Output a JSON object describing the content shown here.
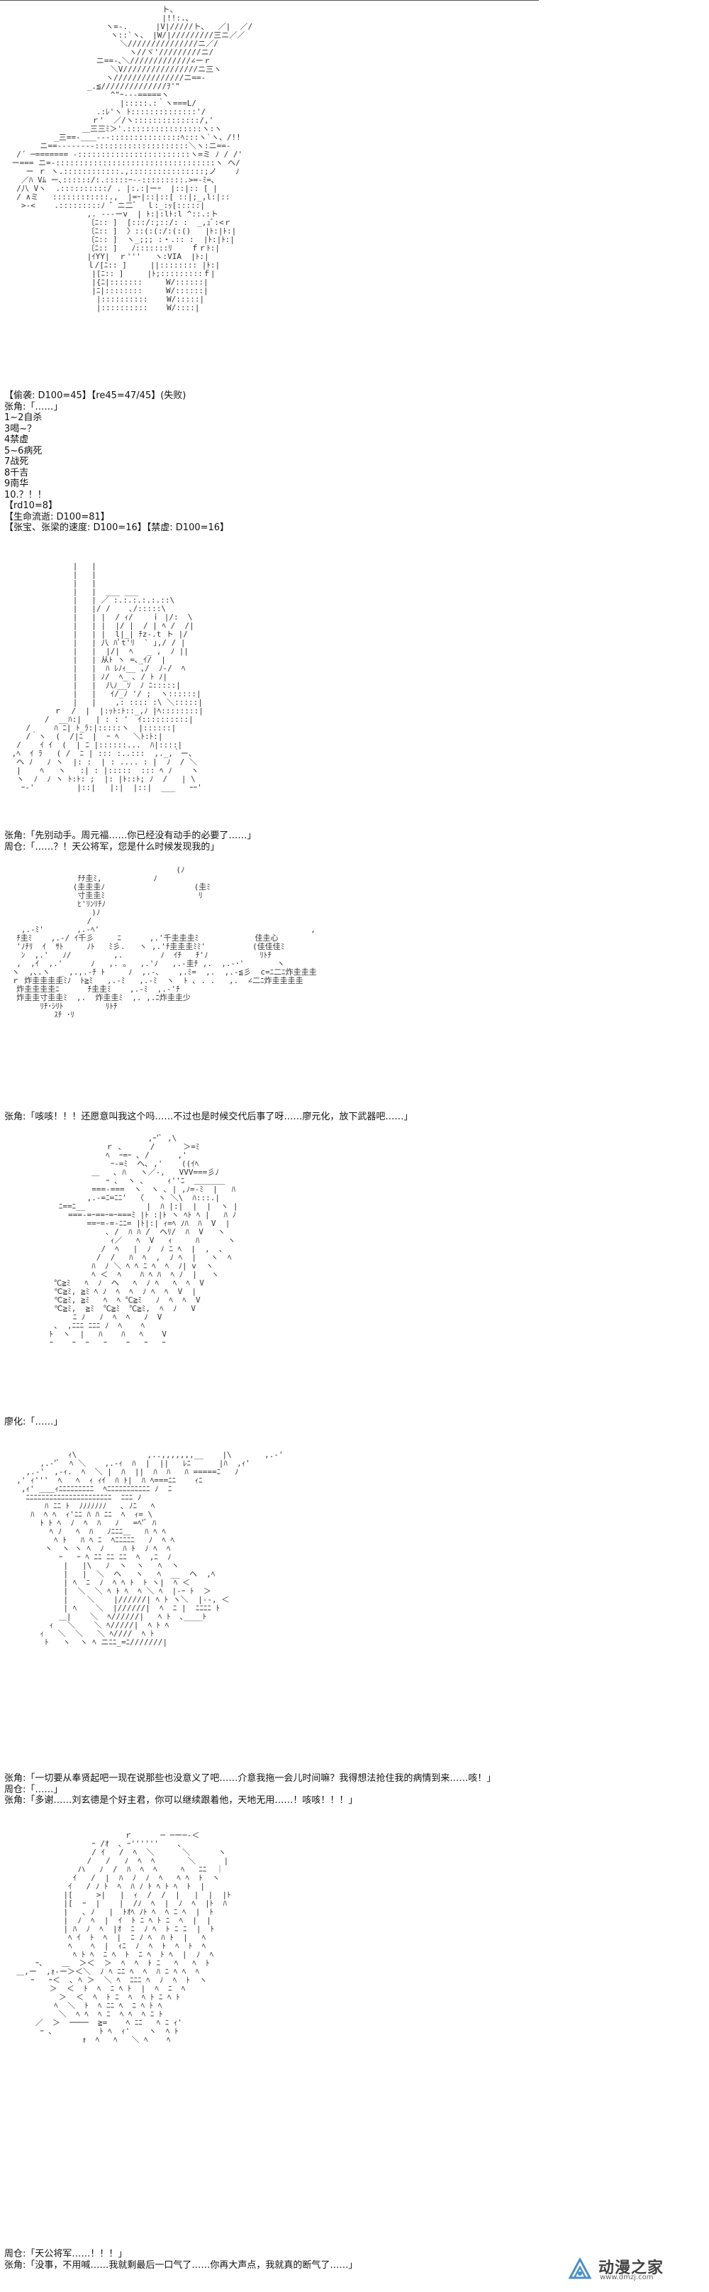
{
  "panels": [
    {
      "art": "                                 ト、\n                                 |!!:.､\n                     ヽ=-.      |V|/////ト、  ／|  ／/\n                      ヽ::`ヽ、 |W/|/////////三ニ／／\n                        ＼///////////////ニ／/\n                          ヽ//ヾ'/////////ニ/\n                   ニ==-､＼/////////////∠ーｒ\n                      ＼V////////////////ニ三ヽ\n                     ヽ///////////////ニ==-\n                 _.≦//////////////ｦ'\"\n                      ^\"ｰ---=====ヽ\n                        |:::::.:｀ヽ===L/\n                   .:ﾚ'ヽ ﾄ::::::::::::::'/\n                  ｒ'  ／/ヽ::::::::::::::/,'\n                ＿三三ﾐ＞'.::::::::::::::::ヽ:ヽ\n          _三==-＿＿---:::::::::::::::ﾍ:::ヽ`ヽ、/!!\n       ニ==--------::::::::::::::::::::＼ヽ:ニ==-\n  /´ ─======= -::::::::::::::::::::::::ヽ=ミ ﾉ / /'\n ー=== ニ=-::::::::::::::::::::::::::::::::::ヽ ヘ/\n    ー ｒ ヽ.::::::::::::.,::::::::::::::::;ノ    ﾉ\n   ／ﾊ Vﾑ ー､::::::/:.:::::ｰ--:::::::::.>=-ﾐ=､\n  /八 Vヽ  .::::::::::/ . |:.:|ーｰ  |::|:: [ |\n  / ∧ミ   ::::::::::::.,  |=ｰ|::|::[ ::|;_,l:|::\n   >-<    .:::::::::ﾉ ゛ニ二ﾞ  ｌ:_:ｯ[:::::|\n                 ,. ---ーv  | ﾄ:|:lﾄ:l ^::.:ト\n                 〔ﾆ:: ]  [:::/:;::/: :  _,ｭﾞ:<ｒ\n                 〔ﾆ:: ]  〉::(:(:/:(:()   |ﾄ:|ﾄ:|\n                 〔ﾆ:: ]  ヽ_;;; :・.:: :  |ﾄ:|ﾄ:|\n                 〔ﾆ:: ]   ﾉ:::::::ﾘ    ｆｒﾄ:|\n                 |ｲYY|  ｒ'''   ヽ:VIA  |ﾄ:|\n                 ｌ/[ﾆ:: ]     ||:::::::: |ﾄ:|\n                  |[ﾆ:: ]     |ﾄ;:::::::::ｆ|\n                  |{ﾆ|:::::::     W/::::::|\n                  |ﾆ|::::::::     W/::::::|\n                   |::::::::::    W/:::::|\n                   |::::::::::    W/::::|",
      "lines": [
        "【偷袭: D100=45】【re45=47/45】(失败)",
        "张角:「……」",
        "1~2自杀",
        "3喝~？",
        "4禁虚",
        "5~6病死",
        "7战死",
        "8千吉",
        "9南华",
        "10.？！！",
        "【rd10=8】",
        "【生命流逝: D100=81】",
        "【张宝、张梁的速度: D100=16】【禁虚: D100=16】"
      ]
    },
    {
      "art": "              |   |\n              |   |\n              |   |\n              |   |  ___ ___\n              |   | ／ :.:.:.:.:.::\\\n              |   |/ /    ､/:::::\\\n              |   | |  / ｨ/    ｉ |/:  \\\n              |   | |  |/ |  / | ﾍ /  /|\n              |   | |  l|_| ﾁz-.t ト |/\n              |   | 八 ﾊﾟt'ﾘ  ` ｣,/ / |\n              |   |  |/|  ﾍ   _ ,  ﾉ ||\n              |   | 从ﾄ ヽ =､_ｲ/  |\n              |   |  ﾊ ﾚﾉｨ__ ,/  ﾉ-/  ﾍ\n              |   | ﾉ/  ﾍ_ ､ / ﾄ ﾉ|\n              |   |  八ﾉ__ｿ  ﾉ ﾆ:::::|\n              |   |   ｲ/_ﾉ '/ ;  ヽ::::::|\n              |   |    ,: :::: :\\ ＼:::::|\n          ｒ  /  |  |:ｯﾄ:ﾄ::_,ﾉ |ﾍ::::::::|\n        /  __ﾊ:|   | : : '  ｲ::::::::::|\n    /     ﾊ ﾆ| ﾄ_ﾗ:|:::::ヽ  |::::::|\n    /｀ヽ  (  /|ﾆ  |  ｰ ﾍ   ＼ﾄ:ﾄ:|\n  /    ｲ ｲ  (  | ﾆ |::::::...  ﾊ|::::|\n ,ﾍ  ｲ ﾗ   ( /  ﾆ | ::: :..:::  ,._,｀ー、\n  ヘ ﾉ   ﾉ ヽ  |: :  | : .... : |  ﾉ  / ＼\n  |    ﾍ   ヽ   :| : |:::::  ::: ﾍ ﾉ    ヽ\n  ヽ  ﾉ  ﾉ ヽ ﾄ:ﾄ: ;  |: |ﾄ::ﾄ; ﾉ  /   | \\\n   ｰ‐'         |::|   |:|  |::|  ___   ｰｰ'",
      "lines": [
        "张角:「先别动手。周元福……你已经没有动手的必要了……」",
        "周仓:「……？！天公将军，您是什么时候发现我的」"
      ]
    },
    {
      "art": "                                    (ﾉ\n               ﾁﾁ圭ﾐ,           ﾉ\n              (圭圭圭ﾉ                   (圭ﾐ\n               寸圭圭ﾐ                    ﾘ\n               ﾋ'ﾘﾝﾘﾁﾉ\n                  )ﾉ\n                 /\n   ,.-ﾐ'       ,.-ﾍ'                                             ,\n  ﾁ圭ﾐ    ,.-/ ｲ千彡     ﾆ      ,.'千圭圭圭ﾐ            佳圭心\n  'ﾉﾁﾘ  ｲ  ｻﾄ     ﾉﾄ   ﾐ彡.   ヽ ,.'ﾁ圭圭圭ﾐﾐ'          (佳佳佳ﾐ\n   ﾝ  ,.'   ﾉ/         ,.        ﾉ  ｲﾁ   ﾁ'ﾉ           ﾘﾄﾁ\n  ,  ,ｲ  ,.'      ﾉ   ,. 。  ,.'ﾉ   ,.-圭ﾁ ,.  ,.-･'       ヽ\n ヽ  ,､.ヽ  _ ,.,.-ﾁ ﾄ     ﾉ  ,.-､    ,.ﾐ=  ,.  ,.-≦彡  c=ﾆ二ﾆ炸圭圭圭\n ｒ 炸圭圭圭圭ﾐﾉ  ﾄ≧ﾐ   ,.-ﾐ   ,.-ﾐ  ヽ  ﾄ ､ . .   ,.  ∠二ﾆ炸圭圭圭圭\n  炸圭圭圭圭ﾆ      ﾁ圭圭ﾐ    ,.-ﾐ  ,.-'ﾁ\n  炸圭圭寸圭圭ﾐ  ,.  炸圭圭ﾐ  ,. ,.ﾆ炸圭圭少\n       ﾘﾁ･ｼﾘﾄ         ﾘﾄﾁ\n          ｽﾁ ･ﾘ",
      "lines": [
        "张角:「咳咳！！！还愿意叫我这个吗……不过也是时候交代后事了呀……廖元化，放下武器吧……」"
      ]
    },
    {
      "art": "                              ,ｰ'ﾞ ,\\\n                     ｒ ､      /      ＞=ﾐ\n                     ﾍ  ｰ=ｰ ､ /      ,'\n                      ｰ-=ﾐ  ヘ､ ,'    ((ｲﾍ\n                  ＿   ､ ﾊ   ヽ／-,   VVV===彡ﾉ\n                     ｰ ､  ヽ ､     ｨ''ﾆ  ＿＿＿＿\n                  ===-===  ヽ  ヽ ､ | ,ﾉ=-ﾐ  |   ﾊ\n                 ,.-=ﾆ=ﾆﾆ'  〈   ヽ ＼\\  ﾊ:::.|\n           ﾆ==ﾆ__             |  ﾊ |:|  |  |  ヽ |\n             ===-=ｰ==ｰ=ｰ===ﾐ |ﾄ :|ﾄ ヽ ﾍﾄ ﾍ |   ﾊ ﾉ\n                 ==ｰ=-=-ﾆﾆ= |ﾄ|:| ｨ=ﾍ ﾉﾊ  ﾊ  V  |\n                     ､ /  ﾊ ﾊ /  ヘﾘ/  ﾊ  V   ヽ\n                      ｨ／   ﾍ  V   ｨ     ﾊ      ヽ\n                    /  ﾍ   |  ﾉ  ﾉ ﾆ ﾍ  |  ,  ､\n                   /  /   ﾊ  ﾍ  ,  ﾉ ﾍ  |   ヽ  ﾍ\n                  ﾊ  ﾉ ＼ ﾍ ﾍ ﾆ ﾍ  ﾍ  ﾉ| v  ヽ\n                  ﾍ ＜  ﾍ    ﾊ ﾍ ﾊ  ﾍ ﾉ  |   ヽ\n          ℃≧ﾐ   ﾍ  ﾉ  ヘ   ﾍ  ﾉ ﾍ   ﾍ  ﾍ  V\n          ℃≧ﾐ, ≧ﾐ ﾍ ﾉ  ﾍ  ﾍ  ﾉ ﾍ  ﾍ  V  |\n          ℃≧ﾐ, ≧ﾐ   ﾍ  ﾍ ℃≧ﾐ   ﾉ  ﾍ  ﾍ  V\n          ℃≧ﾐ,  ≧ﾐ  ℃≧ﾐ  ℃≧ﾐ,  ﾍ  ﾉ   V\n              ﾆ ﾉ   ﾉ  ﾍ  ﾍ   ﾉ  V\n          ､  ,ﾆﾆﾆ ﾆﾆﾆ ﾉ  ﾍ    ﾍ\n         ﾄ  ヽ  |   ﾊ    ﾊ   ﾍ    V\n         ｰ    ｰ  ｰ   ｰ    ｰ   ｰ   ｰ",
      "lines": [
        "廖化:「……」"
      ]
    },
    {
      "art": "             ｨ\\               ,..,,,,,,,__    |\\       ,.-'\n       ,.-'ﾞ  ﾍ ＼    ,.-ｨ  ﾊ  |  ||   ﾚﾆ      |ﾊ  ,ｨ'\n    ,.-'  ,-ｨ.  ﾍ  ＼ |  ﾊ  ||  ﾊ  ﾊ   ﾊ =====ﾆ   ﾉ\n  ,' ｨ'''  ﾍ   ﾍ  ｨ ｨｲ  ﾊ ﾄ|  ﾊ ﾍ===ﾆﾆ    ｨﾆ\n   ,ｨ' ＿＿ｨﾆﾆﾆﾆﾆﾆﾆﾆﾆ  ﾍﾆﾆﾆﾆﾆﾆﾆﾆﾆﾆﾆ ﾉ  ﾆ\n    ﾆﾆﾆﾆﾆﾆﾆﾆﾆﾆﾆﾆﾆﾆﾆﾆﾆﾆﾆﾆﾆﾆ  ﾆﾆﾆ ﾉ\n        ﾊ ﾆﾆ ﾄ  ﾉﾉﾉﾉﾉﾉﾉ   ､ ﾉﾆ   ﾍ\n     ﾊ  ﾍ ﾍ  ｨ'ﾆﾆ ﾊ ﾊ ﾆﾆ  ﾍ  ｨ= \\\n       ﾄ ﾄ ﾍ  ﾉ  ﾍ  ﾊ   ﾉ   =ﾍ'ﾞ ﾊ\n         ﾍ ﾉ   ﾍ  ﾊ   ﾉﾆﾆﾆ＿   ﾊ ﾍ ﾍ\n          ﾍ ﾄ   ﾊ ﾍ ﾆ  ﾍﾆﾆﾆﾆﾆ   ﾉ  ﾍ ﾍ\n        ヽ  ヽ ヽ ﾍ  ﾉ    ﾊ ﾄ  ﾉ ﾍ  ﾍ\n           ｰ   ｰ ﾍ ﾆﾆ ﾆﾆ ﾆﾆ  ﾍ  ,ﾆ  ﾉ\n            |   |\\   ﾉ  ヽ  ヽ   ﾍ  ヽ\n            |   |  ＼  ヘ   ヽ   ﾍ  __  ヘ  ,ﾍ\n            | ﾍ  ﾆ  ﾉ  ﾍ ﾍ ﾄ  ﾄ ヽ|  ﾍ ＜\n            |  ＼  ＼ ﾍ ﾄ ﾍ  ﾍ ＼ ﾍ  |-ｰ ﾄ  ＞\n            |    ＼    |//////| ﾍ ﾄ ヽ＼  |--, ＜\n            | ﾍ    ＼  |//////|  ﾍ  ﾆ |  ﾆﾆﾆﾆ ﾄ\n           ＿|    ＼  ﾍ//////|   ﾍ ﾄ  ､____ﾄ\n         ｨ   ＼    ＼ ﾍ/////|  ﾍ ﾄ ﾍ\n       ｨ   ＼  ＼   ＼ ﾍ////  ﾍ ﾄ\n        ﾄ   ヽ  ヽ ﾍ ニﾆﾆ_=ﾆ///////|",
      "lines": [
        "张角:「一切要从奉贤起吧一现在说那些也没意义了吧……介意我拖一会儿时间嘛？我得想法抢住我的病情到来……咳！」",
        "周仓:「……」",
        "张角:「多谢……刘玄德是个好主君，你可以继续跟着他，天地无用……！咳咳！！！」"
      ]
    },
    {
      "art": "                         ｒ      ─ ─ー─-＜\n                  ｰ /ｵ  ､ ｰ''''''    ､\n                  / ｲ   /  ﾍ  ＼      ＼      ヽ\n                 /   /   ﾉ  ﾍ  ﾍ       ＼      |\n               ハ   ﾉ  /  ﾊ  ﾍ  ﾍ     ﾍ   ﾆﾆ  ｜\n              ｲ   /  |  ﾊ  ﾉ  ﾉ  ﾍ   ﾍ ﾍ  ﾄ  ヽ\n             ｲ   / ﾉ ﾄ  ﾍ  ﾊ ﾉ ﾄ ﾍ ﾄ ﾍ  ﾄ  |\n            |[     >|   |  ｨ  /  /  |   |  |  |ﾄ\n            |[  ｰ  |    |  /ﾉ  ﾍ  |  ﾉ  ﾍ  |ﾄ  ﾊ\n            |   ､ ﾉ   |  ﾄｵﾍ ﾉﾄ ﾍ  ﾍ ﾆ ﾍ  |  ﾄ\n            |  ﾉ  ﾍ  |  ｲ  ﾄ ﾆ ﾍ ﾄ ﾆ  ﾍ  |  |\n            | ﾊ  ﾉ  ﾍ  |ｵ  ﾆ  ﾉ ﾍ  ﾄ ﾆ ﾆ  |  ﾄ\n             ﾍ ｲ  ﾄ  ﾍ  |  ﾆ ﾉ ﾍ  ﾊ ﾄ  |   ﾍ\n             ﾍ    ﾍ  |  ｨﾆ  ﾉ  ﾍ  ﾄ  ﾍ  ﾄ  ﾍ\n              ﾍ ﾄ ﾍ  ﾆ ﾍ  ﾄ  ﾆ ﾍ  ﾄ ﾍ  |  ﾉ  ﾍ\n      ｰ､    ＿  ＞＜  ＞  ﾍ  ﾍ  ﾄ ﾆ   ﾍ   ﾍ  ﾄ\n  ＿,ー  ,ｫ-ー＞＜＼  ﾉ ﾍ ﾆﾆ ﾍ  ﾍ  ﾊ ﾆ ﾍ ﾍ  ﾍ\n     ｰ   ｰ＜  ､ ﾍ ＞  ＼ ﾍ  ﾆﾆﾆ ﾍ  ﾉ  ﾍ  ﾄ  ヽ\n         ＞  ＜  ﾄ  ﾍ  ﾆ ﾍ ﾄ  |  ﾍ  ﾆ  ﾍ\n           ＞  ＜  ﾍ  ﾄ ﾆ  ﾍ  ﾍ ﾄ ﾆ ﾍ ﾄ\n          ﾍ  ＼  ﾄ  ﾍ ﾆﾆ ﾍ  ﾆ ﾍ ﾄ ﾍ\n           ＼  ﾍ ﾍ  ﾍ ﾆ  ﾍ ﾍ  ﾍ ﾆ ﾄ\n      ／  ＞  ────  ≧=    ﾍ ﾆﾆ   ﾍ ﾆ ｨ'\n       ｰ ､          ﾄ ﾍ  ｨ'    ヽ  ﾍ ﾄ\n                ｫ  ﾍ   ﾍ   ＼ ﾍ    ﾍ",
      "lines": [
        "周仓:「天公将军……！！！」",
        "张角:「没事，不用喊……我就剩最后一口气了……你再大声点，我就真的断气了……」"
      ]
    }
  ],
  "watermark": {
    "name": "动漫之家",
    "url": "www.dmzj.com",
    "icon": "dmzj-logo-icon"
  }
}
